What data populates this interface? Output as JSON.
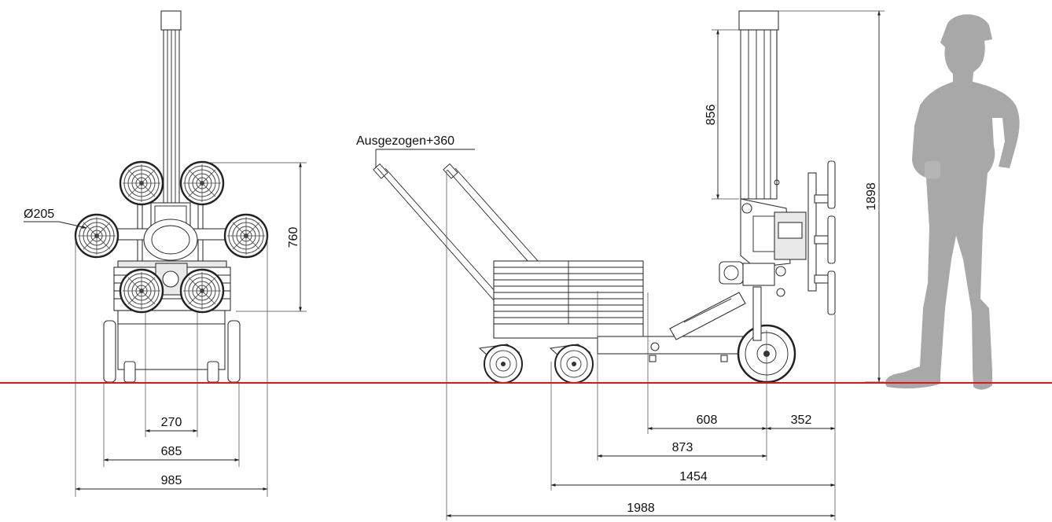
{
  "dimensions": {
    "front_suction_pad_diameter": "Ø205",
    "front_pad_height": "760",
    "front_pad_spacing": "270",
    "front_track_width": "685",
    "front_overall_width": "985",
    "side_extended": "Ausgezogen+360",
    "side_column_travel": "856",
    "side_total_height": "1898",
    "side_608": "608",
    "side_352": "352",
    "side_873": "873",
    "side_1454": "1454",
    "side_1988": "1988"
  },
  "colors": {
    "ground_line": "#e0141e",
    "silhouette": "#a8a8a8",
    "lines": "#222222"
  }
}
